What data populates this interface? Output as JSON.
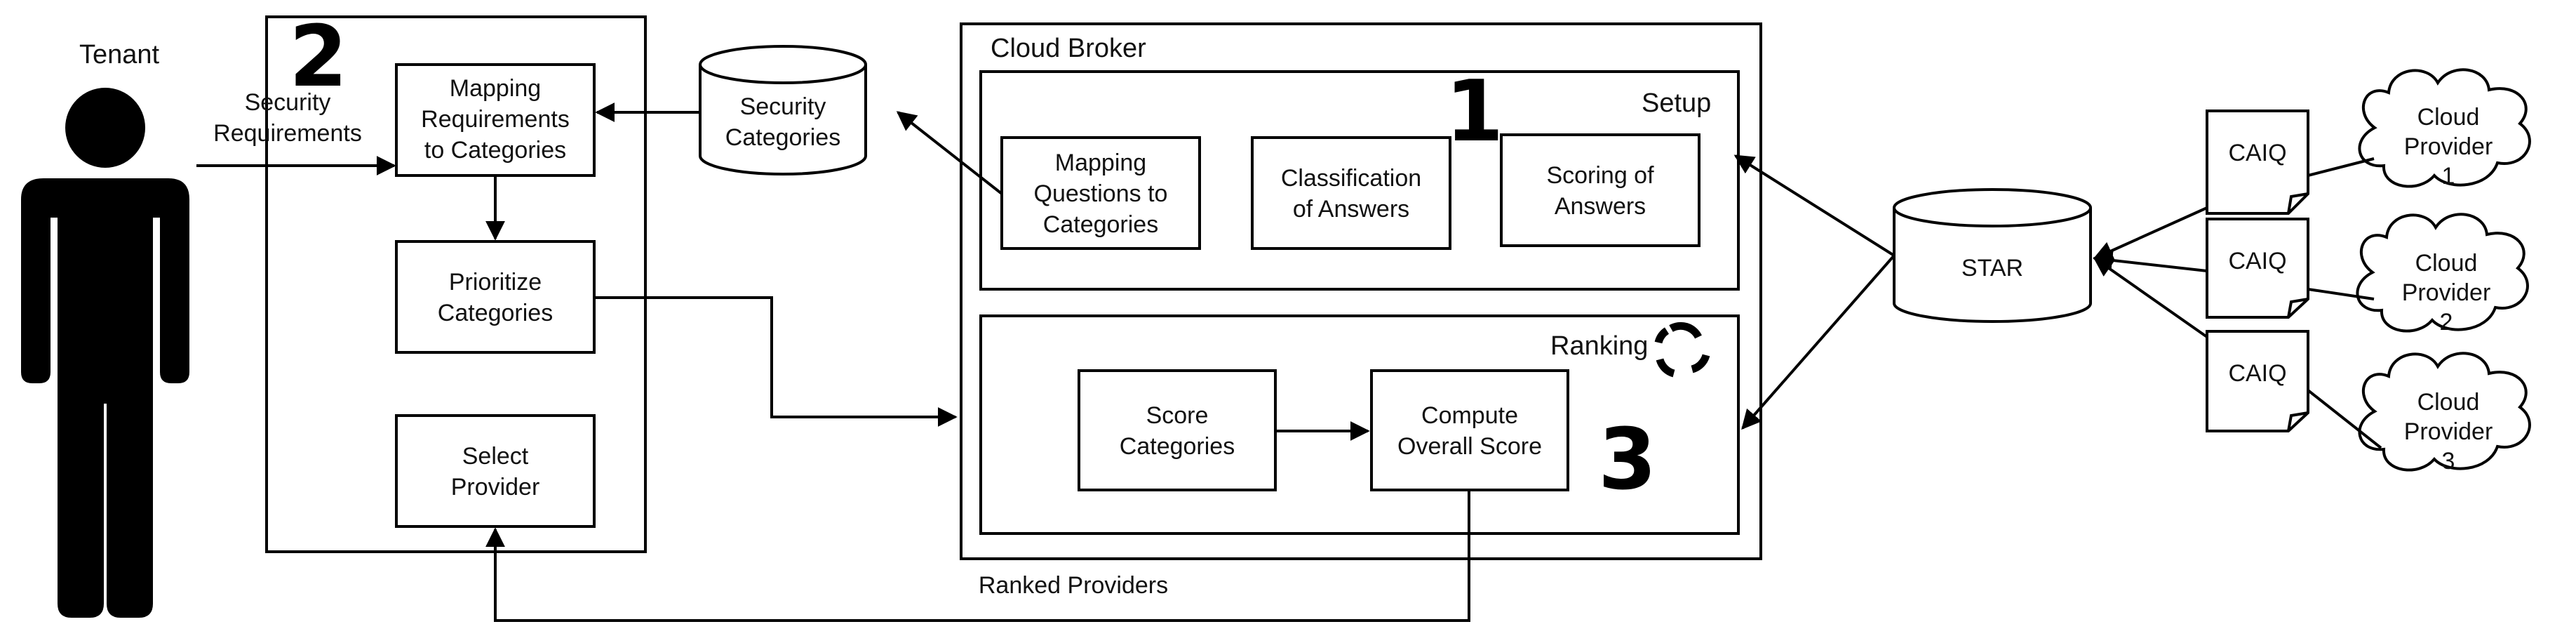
{
  "tenant": {
    "label": "Tenant"
  },
  "flows": {
    "security_requirements_line1": "Security",
    "security_requirements_line2": "Requirements",
    "ranked_providers": "Ranked Providers"
  },
  "tenant_panel": {
    "step_number": "2",
    "mapping_box": [
      "Mapping",
      "Requirements",
      "to Categories"
    ],
    "prioritize_box": [
      "Prioritize",
      "Categories"
    ],
    "select_box": [
      "Select",
      "Provider"
    ]
  },
  "security_categories_db": [
    "Security",
    "Categories"
  ],
  "cloud_broker": {
    "title": "Cloud Broker",
    "setup": {
      "title": "Setup",
      "step_number": "1",
      "mapping_questions_box": [
        "Mapping",
        "Questions to",
        "Categories"
      ],
      "classification_box": [
        "Classification",
        "of Answers"
      ],
      "scoring_box": [
        "Scoring of",
        "Answers"
      ]
    },
    "ranking": {
      "title": "Ranking",
      "step_number": "3",
      "refresh_icon": "refresh-cycle-icon",
      "score_categories_box": [
        "Score",
        "Categories"
      ],
      "compute_score_box": [
        "Compute",
        "Overall Score"
      ]
    }
  },
  "star_db": {
    "label": "STAR"
  },
  "providers": [
    {
      "caiq": "CAIQ",
      "cloud": [
        "Cloud",
        "Provider",
        "1"
      ]
    },
    {
      "caiq": "CAIQ",
      "cloud": [
        "Cloud",
        "Provider",
        "2"
      ]
    },
    {
      "caiq": "CAIQ",
      "cloud": [
        "Cloud",
        "Provider",
        "3"
      ]
    }
  ]
}
